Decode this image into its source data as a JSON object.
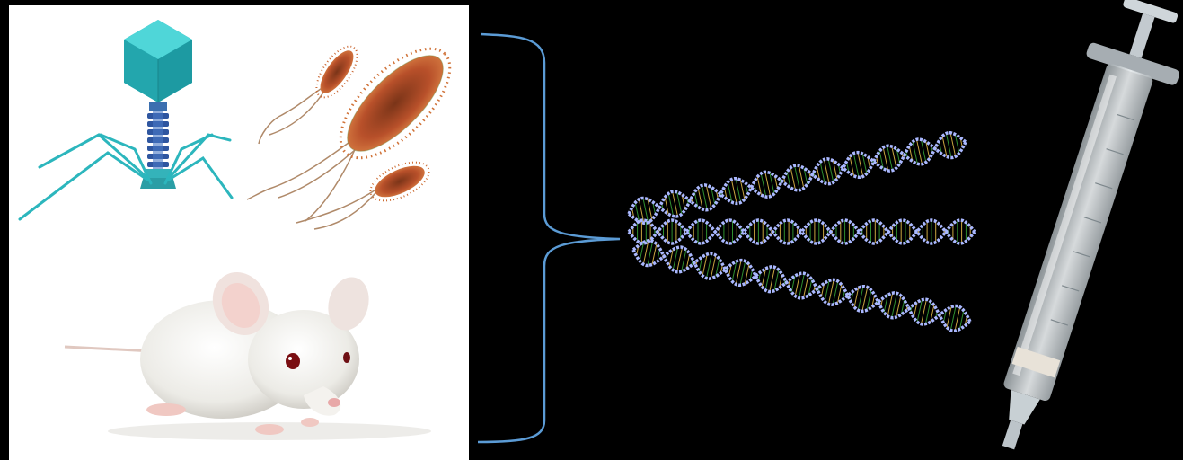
{
  "figure": {
    "background": "#000000",
    "bracket_color": "#5b9bd5",
    "sources": [
      {
        "name": "bacteriophage",
        "color": "#2ec4c4"
      },
      {
        "name": "bacteria",
        "color": "#b8502a"
      },
      {
        "name": "mouse",
        "color": "#f2f0ec"
      }
    ],
    "product": {
      "name": "dna-double-helix",
      "strand_color": "#aab8ff",
      "rung_color": "#2f8f2f",
      "count": 3
    },
    "destination": {
      "name": "syringe",
      "color": "#d8dde0"
    }
  }
}
